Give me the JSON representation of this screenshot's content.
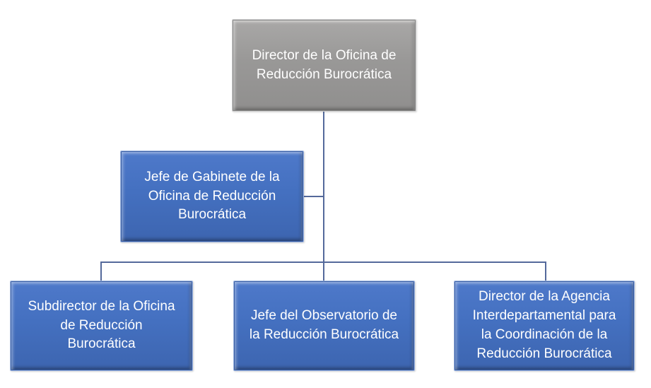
{
  "org_chart": {
    "root": {
      "title": "Director de la Oficina de\nReducción Burocrática"
    },
    "assistant": {
      "title": "Jefe de Gabinete de la\nOficina de Reducción\nBurocrática"
    },
    "subordinates": [
      {
        "title": "Subdirector de la Oficina\nde Reducción\nBurocrática"
      },
      {
        "title": "Jefe del Observatorio de\nla Reducción Burocrática"
      },
      {
        "title": "Director de la Agencia\nInterdepartamental para\nla Coordinación de la\nReducción Burocrática"
      }
    ],
    "colors": {
      "root_fill": "#999897",
      "node_fill": "#4472C4",
      "connector": "#54699B",
      "text": "#FFFFFF"
    }
  }
}
